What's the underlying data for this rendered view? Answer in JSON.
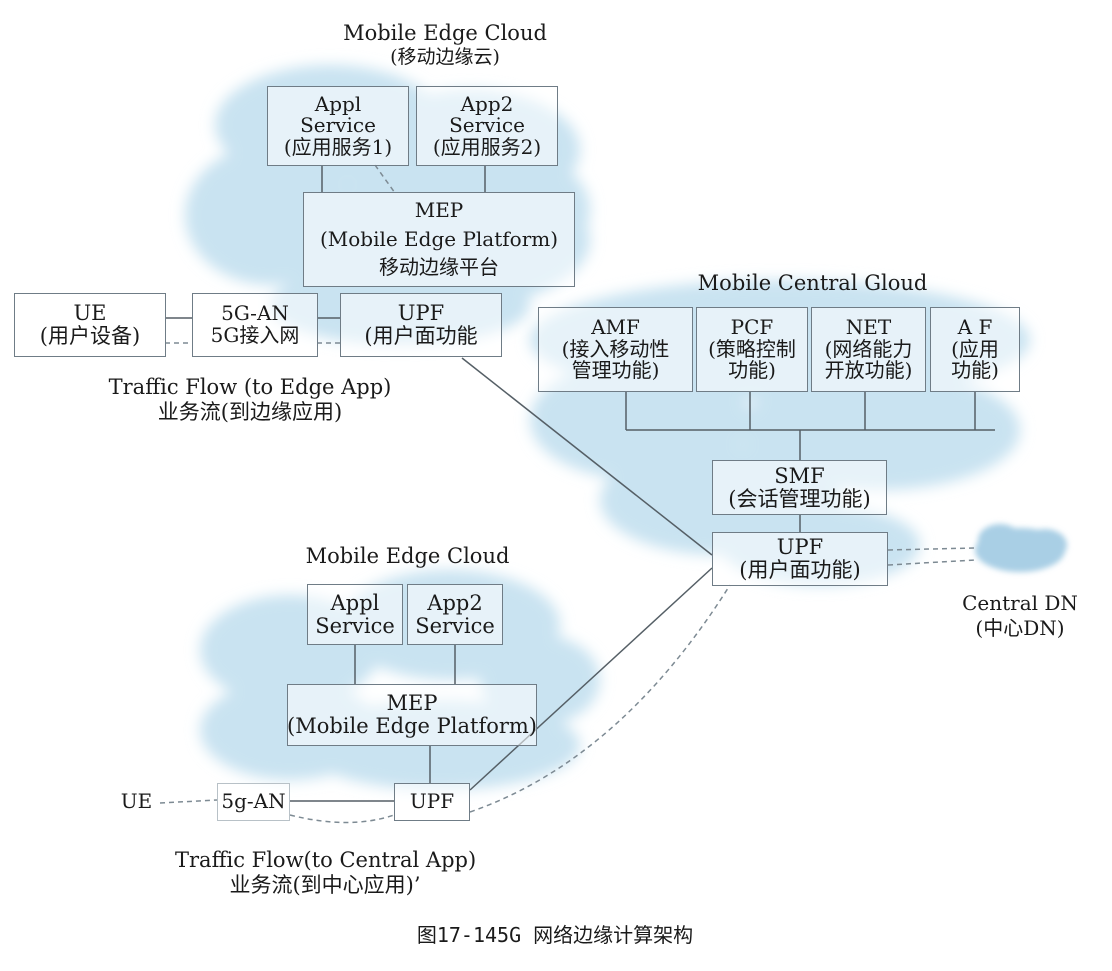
{
  "colors": {
    "cloud": "#c9e3f1",
    "cloud_dark": "#a9cfe5",
    "box_border": "#6f7c86",
    "line": "#555f66",
    "dashed": "#7d8a93",
    "text": "#1a1a1a"
  },
  "top_edge": {
    "cloud_title": "Mobile Edge Cloud",
    "cloud_title_cn": "(移动边缘云)",
    "app1": [
      "Appl",
      "Service",
      "(应用服务1)"
    ],
    "app2": [
      "App2",
      "Service",
      "(应用服务2)"
    ],
    "mep": [
      "MEP",
      "(Mobile Edge Platform)",
      "移动边缘平台"
    ],
    "ue": [
      "UE",
      "(用户设备)"
    ],
    "an": [
      "5G-AN",
      "5G接入网"
    ],
    "upf": [
      "UPF",
      "(用户面功能"
    ],
    "flow": [
      "Traffic Flow (to Edge App)",
      "业务流(到边缘应用)"
    ]
  },
  "central": {
    "title": "Mobile Central Gloud",
    "amf": [
      "AMF",
      "(接入移动性",
      "管理功能)"
    ],
    "pcf": [
      "PCF",
      "(策略控制",
      "功能)"
    ],
    "net": [
      "NET",
      "(网络能力",
      "开放功能)"
    ],
    "af": [
      "A F",
      "(应用",
      "功能)"
    ],
    "smf": [
      "SMF",
      "(会话管理功能)"
    ],
    "upf": [
      "UPF",
      "(用户面功能)"
    ],
    "dn": [
      "Central DN",
      "(中心DN)"
    ]
  },
  "bottom_edge": {
    "cloud_title": "Mobile Edge Cloud",
    "app1": [
      "Appl",
      "Service"
    ],
    "app2": [
      "App2",
      "Service"
    ],
    "mep": [
      "MEP",
      "(Mobile Edge Platform)"
    ],
    "ue": "UE",
    "an": "5g-AN",
    "upf": "UPF",
    "flow": [
      "Traffic Flow(to Central App)",
      "业务流(到中心应用)’"
    ]
  },
  "caption": "图17-145G 网络边缘计算架构"
}
